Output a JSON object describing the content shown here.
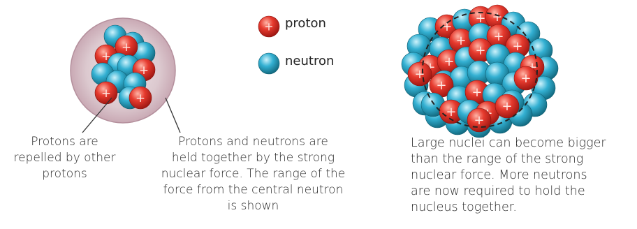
{
  "legend": {
    "proton_label": "proton",
    "neutron_label": "neutron"
  },
  "captions": {
    "protons_repelled": "Protons are\nrepelled by other\nprotons",
    "strong_force": "Protons and neutrons are\nheld together by the strong\nnuclear force. The range of the\nforce from the central neutron\nis shown",
    "large_nuclei": "Large nuclei can become bigger\nthan the range of the strong\nnuclear force. More neutrons\nare now required to hold the\nnucleus together."
  },
  "colors": {
    "proton": "#e0342a",
    "neutron": "#2fa9c9",
    "range_halo": "#b9919e",
    "pointer_line": "#333333"
  },
  "icons": {
    "proton_sign": "+"
  }
}
